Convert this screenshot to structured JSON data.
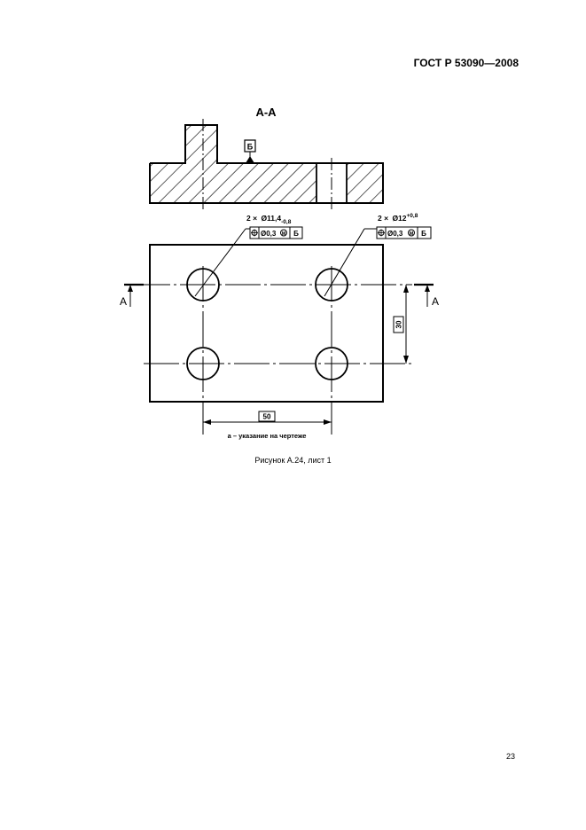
{
  "header": {
    "standard": "ГОСТ Р 53090—2008"
  },
  "drawing": {
    "section_title": "А-А",
    "datum_label": "Б",
    "section_arrow_left": "А",
    "section_arrow_right": "А",
    "left_callout": {
      "count": "2 ×",
      "diameter": "Ø11,4",
      "tolerance": "-0,8",
      "tol_symbol": "⌖",
      "tol_value": "Ø0,3",
      "datum": "Б"
    },
    "right_callout": {
      "count": "2 ×",
      "diameter": "Ø12",
      "tolerance": "+0,8",
      "tol_symbol": "⌖",
      "tol_value": "Ø0,3",
      "datum": "Б"
    },
    "dim_horizontal": "50",
    "dim_vertical": "30",
    "note": "а – указание на чертеже"
  },
  "caption": "Рисунок А.24, лист 1",
  "page_number": "23"
}
